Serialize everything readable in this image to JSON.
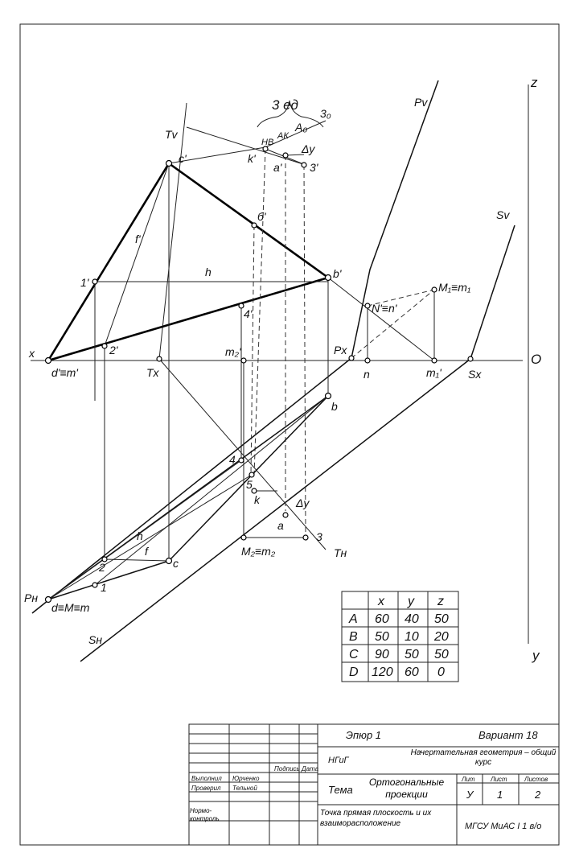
{
  "drawing": {
    "labels": {
      "axis_x": "x",
      "axis_z": "z",
      "axis_y": "y",
      "origin": "O",
      "Pv": "Pv",
      "Ph": "Pн",
      "Px": "Px",
      "Tv": "Tv",
      "Th": "Tн",
      "Tx": "Tx",
      "Sv": "Sv",
      "Sh": "Sн",
      "Sx": "Sx",
      "c_prime": "c'",
      "b_prime": "b'",
      "k_prime": "k'",
      "a_prime": "a'",
      "three_prime": "3'",
      "three_zero": "3₀",
      "A_zero": "A₀",
      "six_prime": "б'",
      "one_prime": "1'",
      "two_prime": "2'",
      "four_prime": "4'",
      "f_prime": "f'",
      "h_upper": "h",
      "d_prime_m": "d'≡m'",
      "m2_prime": "m₂'",
      "N_n": "N'≡n'",
      "M1_m1": "M₁≡m₁",
      "m1_prime": "m₁'",
      "n": "n",
      "b": "b",
      "four": "4",
      "five": "5",
      "k": "k",
      "a": "a",
      "three": "3",
      "M2_m2": "M₂≡m₂",
      "h_lower": "h",
      "f_lower": "f",
      "c": "c",
      "two": "2",
      "one": "1",
      "dM": "d≡M≡m",
      "three_units": "3 ед",
      "HB": "НВ",
      "AK": "АК",
      "delta_y_top": "Δy",
      "delta_y_bottom": "Δy"
    },
    "coords_table": {
      "headers": [
        "",
        "x",
        "y",
        "z"
      ],
      "rows": [
        [
          "A",
          "60",
          "40",
          "50"
        ],
        [
          "B",
          "50",
          "10",
          "20"
        ],
        [
          "C",
          "90",
          "50",
          "50"
        ],
        [
          "D",
          "120",
          "60",
          "0"
        ]
      ]
    }
  },
  "title_block": {
    "title": "Эпюр 1",
    "variant": "Вариант 18",
    "org_code": "НГиГ",
    "course": "Начертательная геометрия – общий курс",
    "col_signature": "Подпись",
    "col_date": "Дата",
    "role_performed": "Выполнил",
    "name_performed": "Юрченко",
    "role_checked": "Проверил",
    "name_checked": "Тельной",
    "role_norm": "Нормо- контроль",
    "topic_label": "Тема",
    "topic": "Ортогональные проекции",
    "lit_label": "Лит",
    "sheet_label": "Лист",
    "sheets_label": "Листов",
    "lit_value": "У",
    "sheet_value": "1",
    "sheets_value": "2",
    "subtitle": "Точка прямая плоскость и их взаиморасположение",
    "school": "МГСУ МиАС I 1 в/о"
  }
}
